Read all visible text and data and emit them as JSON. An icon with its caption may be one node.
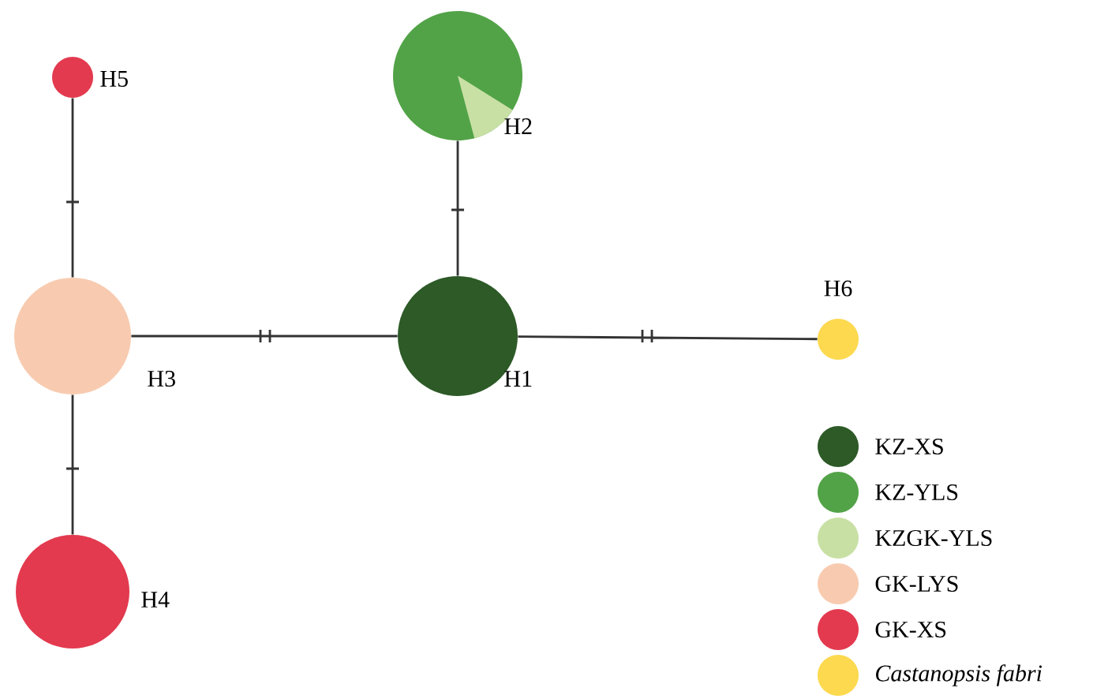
{
  "diagram": {
    "nodes": [
      {
        "text": [],
        "shape": "circle",
        "beside": [
          "H5"
        ]
      },
      {
        "text": [],
        "shape": "circle",
        "beside": [
          "H2"
        ]
      },
      {
        "text": [],
        "shape": "circle",
        "beside": [
          "H3"
        ]
      },
      {
        "text": [],
        "shape": "circle",
        "beside": [
          "H1"
        ]
      },
      {
        "text": [],
        "shape": "circle",
        "beside": [
          "H6"
        ]
      },
      {
        "text": [],
        "shape": "circle",
        "beside": [
          "H4"
        ]
      }
    ],
    "edges": [
      {
        "from": 0,
        "to": 2,
        "arrow": "none"
      },
      {
        "from": 1,
        "to": 3,
        "arrow": "none"
      },
      {
        "from": 2,
        "to": 3,
        "arrow": "none"
      },
      {
        "from": 3,
        "to": 4,
        "arrow": "none"
      },
      {
        "from": 2,
        "to": 5,
        "arrow": "none"
      }
    ],
    "legend": [
      {
        "text": "KZ-XS",
        "color": "#2d5a27"
      },
      {
        "text": "KZ-YLS",
        "color": "#52a347"
      },
      {
        "text": "KZGK-YLS",
        "color": "#c9e0a5"
      },
      {
        "text": "GK-LYS",
        "color": "#f8cbb0"
      },
      {
        "text": "GK-XS",
        "color": "#e33a4f"
      },
      {
        "text": "Castanopsis fabri",
        "color": "#fcd94f"
      }
    ]
  }
}
